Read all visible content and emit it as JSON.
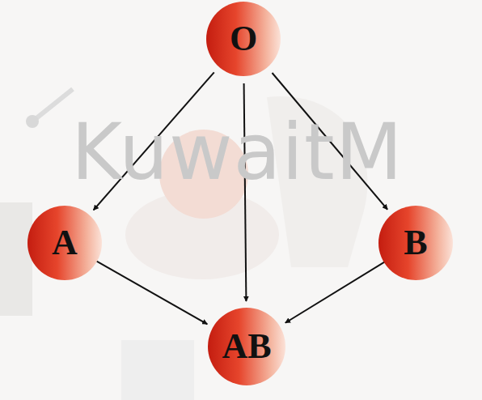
{
  "diagram": {
    "nodes": [
      {
        "text": [
          "O"
        ]
      },
      {
        "text": [
          "A"
        ]
      },
      {
        "text": [
          "B"
        ]
      },
      {
        "text": [
          "AB"
        ]
      }
    ],
    "edges": [
      {
        "from": 0,
        "to": 1,
        "arrow": "to"
      },
      {
        "from": 0,
        "to": 3,
        "arrow": "to"
      },
      {
        "from": 0,
        "to": 2,
        "arrow": "to"
      },
      {
        "from": 1,
        "to": 3,
        "arrow": "to"
      },
      {
        "from": 2,
        "to": 3,
        "arrow": "to"
      }
    ],
    "labels": [
      "KuwaitM"
    ]
  }
}
